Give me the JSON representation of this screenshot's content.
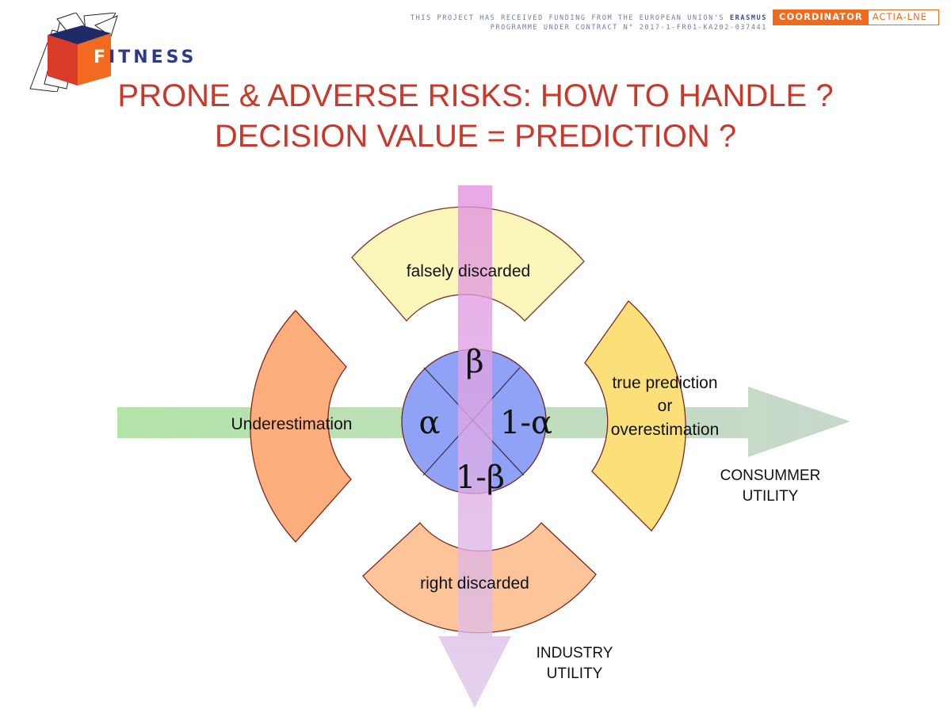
{
  "header": {
    "funding_line1": "THIS PROJECT HAS RECEIVED FUNDING FROM THE EUROPEAN UNION'S",
    "funding_emph": "ERASMUS",
    "funding_line2": "PROGRAMME UNDER CONTRACT N° 2017-1-FR01-KA202-037441",
    "coordinator_label": "COORDINATOR",
    "coordinator_name": "ACTIA-LNE"
  },
  "logo": {
    "letter": "F",
    "rest": "ITNESS"
  },
  "title": {
    "line1": "PRONE & ADVERSE RISKS: HOW TO HANDLE ?",
    "line2": "DECISION VALUE = PREDICTION ?"
  },
  "diagram": {
    "sectors": {
      "top": "falsely discarded",
      "left": "Underestimation",
      "right_line1": "true prediction",
      "right_line2": "or",
      "right_line3": "overestimation",
      "bottom": "right discarded"
    },
    "center": {
      "alpha": "α",
      "one_minus_alpha": "1-α",
      "beta": "β",
      "one_minus_beta": "1-β"
    },
    "axes": {
      "horizontal_line1": "CONSUMMER",
      "horizontal_line2": "UTILITY",
      "vertical_line1": "INDUSTRY",
      "vertical_line2": "UTILITY"
    },
    "colors": {
      "top_sector": "#fbf6b6",
      "left_sector": "#fcad7c",
      "right_sector": "#fbe07a",
      "bottom_sector": "#fdc49a",
      "center_circle": "#8fa2f5",
      "horizontal_arrow": "#b9e3b0",
      "vertical_arrow": "#e69be0",
      "title": "#c9392b"
    }
  }
}
